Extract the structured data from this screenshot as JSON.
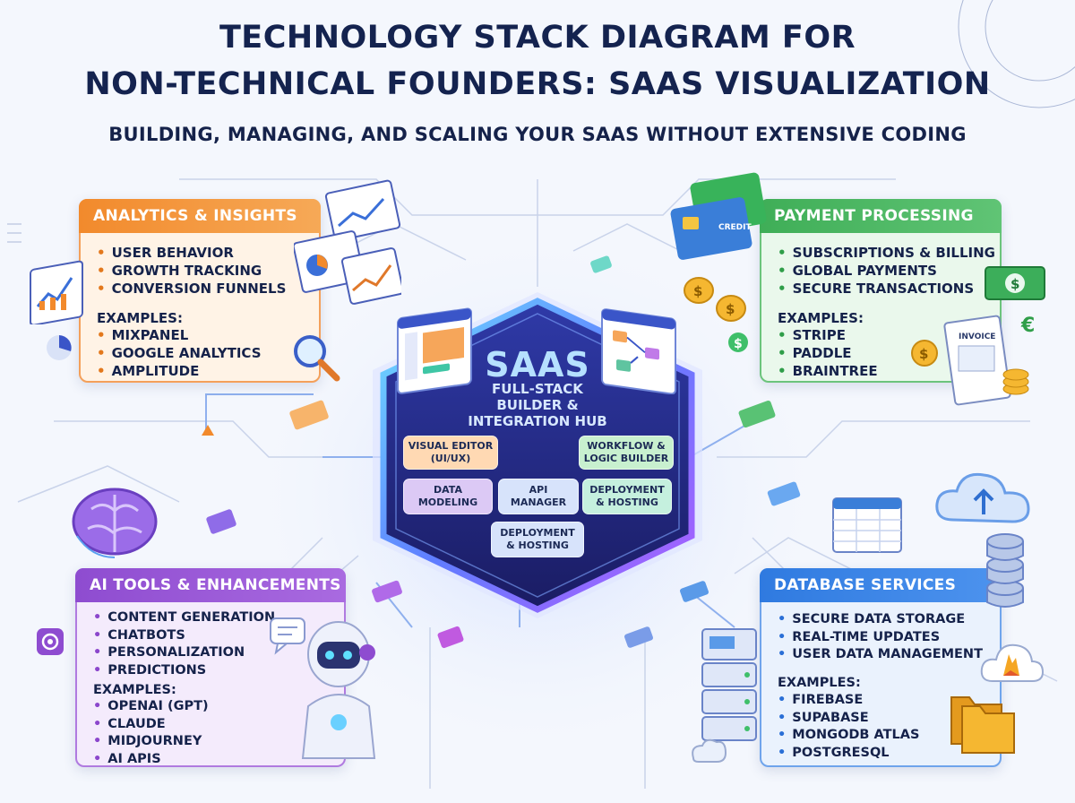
{
  "header": {
    "title_line1": "TECHNOLOGY STACK DIAGRAM FOR",
    "title_line2": "NON-TECHNICAL FOUNDERS: SAAS VISUALIZATION",
    "subtitle": "BUILDING, MANAGING, AND SCALING YOUR SAAS WITHOUT EXTENSIVE CODING"
  },
  "hub": {
    "title": "SAAS",
    "subtitle_lines": [
      "FULL-STACK",
      "BUILDER &",
      "INTEGRATION HUB"
    ],
    "modules": [
      [
        "VISUAL EDITOR",
        "(UI/UX)"
      ],
      [
        "WORKFLOW &",
        "LOGIC BUILDER"
      ],
      [
        "DATA",
        "MODELING"
      ],
      [
        "API",
        "MANAGER"
      ],
      [
        "DEPLOYMENT",
        "& HOSTING"
      ],
      [
        "DEPLOYMENT",
        "& HOSTING"
      ]
    ]
  },
  "analytics": {
    "title": "ANALYTICS & INSIGHTS",
    "items": [
      "USER BEHAVIOR",
      "GROWTH TRACKING",
      "CONVERSION FUNNELS"
    ],
    "examples_label": "EXAMPLES:",
    "examples": [
      "MIXPANEL",
      "GOOGLE ANALYTICS",
      "AMPLITUDE"
    ]
  },
  "payment": {
    "title": "PAYMENT PROCESSING",
    "items": [
      "SUBSCRIPTIONS & BILLING",
      "GLOBAL PAYMENTS",
      "SECURE TRANSACTIONS"
    ],
    "examples_label": "EXAMPLES:",
    "examples": [
      "STRIPE",
      "PADDLE",
      "BRAINTREE"
    ],
    "card_text": "CREDIT",
    "invoice_text": "INVOICE"
  },
  "ai": {
    "title": "AI TOOLS & ENHANCEMENTS",
    "items": [
      "CONTENT GENERATION",
      "CHATBOTS",
      "PERSONALIZATION",
      "PREDICTIONS"
    ],
    "examples_label": "EXAMPLES:",
    "examples": [
      "OPENAI (GPT)",
      "CLAUDE",
      "MIDJOURNEY",
      "AI APIS"
    ]
  },
  "database": {
    "title": "DATABASE SERVICES",
    "items": [
      "SECURE DATA STORAGE",
      "REAL-TIME UPDATES",
      "USER DATA MANAGEMENT"
    ],
    "examples_label": "EXAMPLES:",
    "examples": [
      "FIREBASE",
      "SUPABASE",
      "MONGODB ATLAS",
      "POSTGRESQL"
    ]
  },
  "colors": {
    "analytics": "#f28a2c",
    "payment": "#3fae57",
    "ai": "#8e4cd0",
    "database": "#2f7ae0",
    "hub": "#2b2f8f",
    "title": "#14234f"
  }
}
